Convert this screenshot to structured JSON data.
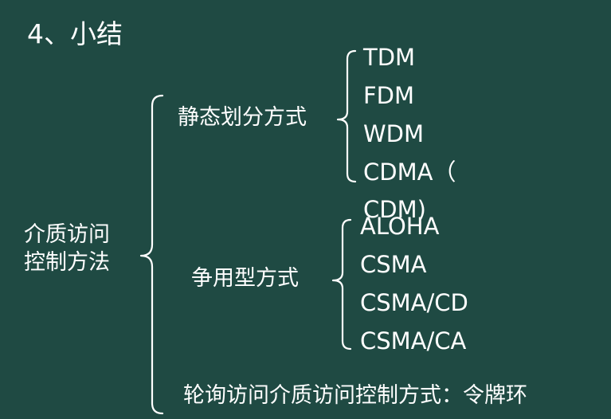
{
  "slide": {
    "title": "4、小结",
    "root_line1": "介质访问",
    "root_line2": "控制方法",
    "branches": {
      "static": {
        "label": "静态划分方式",
        "items": [
          "TDM",
          "FDM",
          "WDM",
          "CDMA（",
          "CDM)"
        ]
      },
      "contention": {
        "label": "争用型方式",
        "items": [
          "ALOHA",
          "CSMA",
          "CSMA/CD",
          "CSMA/CA"
        ]
      },
      "polling": {
        "label": "轮询访问介质访问控制方式：令牌环"
      }
    }
  },
  "colors": {
    "background": "#1f4a43",
    "text": "#ffffff"
  }
}
